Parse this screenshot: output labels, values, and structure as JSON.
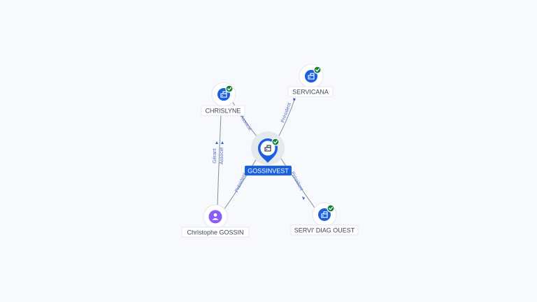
{
  "nodes": {
    "gossinvest": {
      "label": "GOSSINVEST",
      "kind": "company",
      "verified": true,
      "focus": true
    },
    "chrislyne": {
      "label": "CHRISLYNE",
      "kind": "company",
      "verified": true
    },
    "servicana": {
      "label": "SERVICANA",
      "kind": "company",
      "verified": true
    },
    "servi_diag": {
      "label": "SERVI' DIAG OUEST",
      "kind": "company",
      "verified": true
    },
    "gossin": {
      "label": "Christophe GOSSIN",
      "kind": "person"
    }
  },
  "edges": {
    "gossinvest_chrislyne": {
      "label": "Associé"
    },
    "gossinvest_servicana": {
      "label": "Président"
    },
    "gossinvest_servidiag": {
      "label": "Président"
    },
    "gossin_gossinvest": {
      "label": "Président"
    },
    "gossin_chrislyne_1": {
      "label": "Gérant"
    },
    "gossin_chrislyne_2": {
      "label": "Associé"
    }
  },
  "icons": {
    "company": "building-icon",
    "person": "person-icon",
    "verified": "check-badge-icon"
  },
  "colors": {
    "company": "#1a5fe0",
    "person": "#8b5cf6",
    "verified": "#17803d",
    "edge": "#7b8fa6",
    "edge_label": "#5a6fc0"
  }
}
